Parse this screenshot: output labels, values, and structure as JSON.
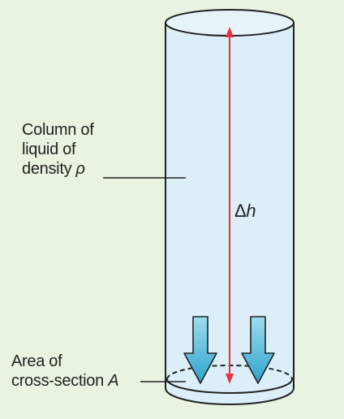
{
  "labels": {
    "column_line1": "Column of",
    "column_line2": "liquid of",
    "column_line3_prefix": "density",
    "density_symbol": "ρ",
    "area_line1": "Area of",
    "area_line2_prefix": "cross-section",
    "area_symbol": "A",
    "height_delta": "Δ",
    "height_symbol": "h"
  },
  "colors": {
    "background": "#e9f3e1",
    "liquid": "#dceff8",
    "outline": "#222222",
    "height_arrow": "#e8323c",
    "force_arrow": "#45b4d6"
  },
  "icons": [
    "force-arrow-icon",
    "height-arrow-icon"
  ]
}
